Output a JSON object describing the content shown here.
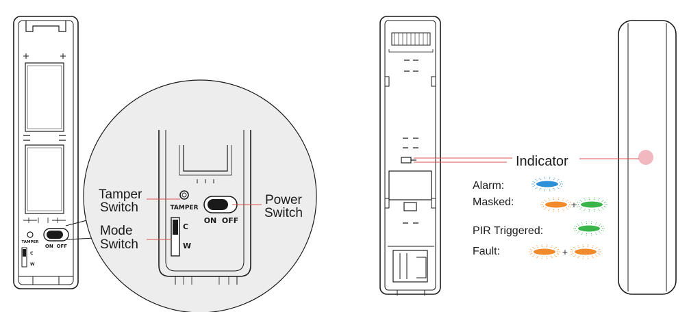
{
  "labels": {
    "tamper_switch_1": "Tamper",
    "tamper_switch_2": "Switch",
    "mode_switch_1": "Mode",
    "mode_switch_2": "Switch",
    "power_switch_1": "Power",
    "power_switch_2": "Switch",
    "indicator": "Indicator"
  },
  "zoom_silk": {
    "tamper": "TAMPER",
    "on_off": "ON  OFF",
    "c": "C",
    "w": "W"
  },
  "small_silk": {
    "tamper": "TAMPER",
    "on_off": "ON  OFF",
    "c": "C",
    "w": "W"
  },
  "led_states": [
    {
      "label": "Alarm:",
      "colors": [
        "#2e8fd6"
      ],
      "joiner": ""
    },
    {
      "label": "Masked:",
      "colors": [
        "#f08a2a",
        "#3ab54a"
      ],
      "joiner": "+"
    },
    {
      "label": "PIR Triggered:",
      "colors": [
        "#3ab54a"
      ],
      "joiner": ""
    },
    {
      "label": "Fault:",
      "colors": [
        "#f08a2a",
        "#f08a2a"
      ],
      "joiner": "+"
    }
  ],
  "colors": {
    "leader": "#d9534f",
    "outline": "#1a1a1a",
    "indicator_glow": "#f2b8bf"
  }
}
